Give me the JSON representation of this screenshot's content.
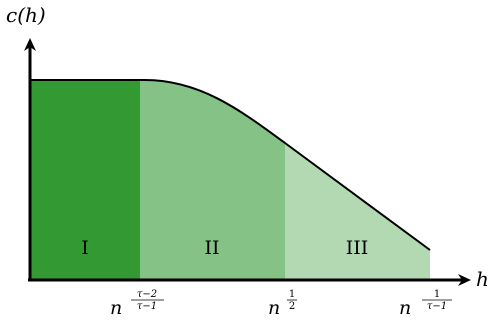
{
  "colors": {
    "region1": "#339933",
    "region2": "#85c285",
    "region3": "#b3d9b3",
    "curve": "#000000",
    "axis": "#000000"
  },
  "axes": {
    "y_label": "c(h)",
    "x_label": "h"
  },
  "regions": [
    {
      "label": "I"
    },
    {
      "label": "II"
    },
    {
      "label": "III"
    }
  ],
  "ticks": [
    {
      "base": "n",
      "num": "τ−2",
      "den": "τ−1"
    },
    {
      "base": "n",
      "num": "1",
      "den": "2"
    },
    {
      "base": "n",
      "num": "1",
      "den": "τ−1"
    }
  ]
}
